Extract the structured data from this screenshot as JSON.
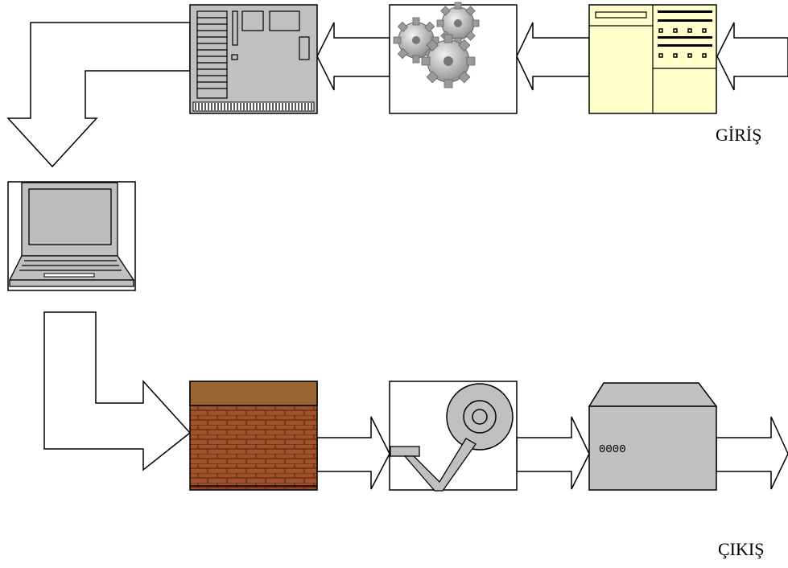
{
  "diagram": {
    "input_label": "GİRİŞ",
    "output_label": "ÇIKIŞ",
    "chip_text": "0000"
  },
  "colors": {
    "stroke": "#000000",
    "device_gray": "#c0c0c0",
    "form_yellow": "#ffffcc",
    "brick": "#a0522d",
    "brick_cap": "#996633",
    "brick_mortar": "#6b2f10",
    "screen_gray": "#bdbdbd"
  },
  "nodes": [
    {
      "name": "document-form-icon",
      "role": "input source"
    },
    {
      "name": "gears-icon",
      "role": "processing"
    },
    {
      "name": "circuit-board-icon",
      "role": "hardware"
    },
    {
      "name": "laptop-icon",
      "role": "computer"
    },
    {
      "name": "firewall-icon",
      "role": "filter"
    },
    {
      "name": "tape-drive-icon",
      "role": "storage"
    },
    {
      "name": "server-box-icon",
      "role": "output device"
    }
  ]
}
